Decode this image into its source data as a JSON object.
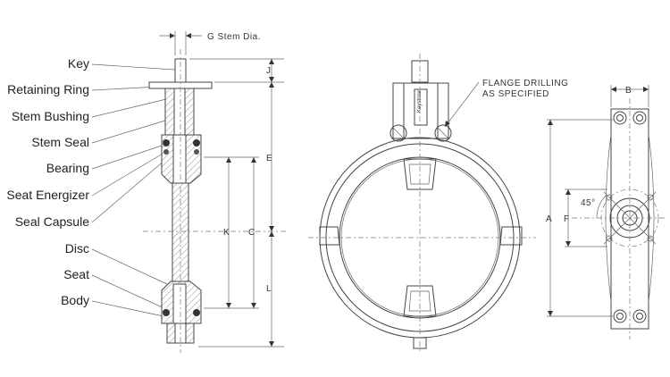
{
  "side_view": {
    "part_labels": [
      "Key",
      "Retaining Ring",
      "Stem Bushing",
      "Stem Seal",
      "Bearing",
      "Seat Energizer",
      "Seal Capsule",
      "Disc",
      "Seat",
      "Body"
    ],
    "dimensions": {
      "stem_dia": "G  Stem Dia.",
      "j": "J",
      "e": "E",
      "c": "C",
      "k": "K",
      "l": "L"
    }
  },
  "front_view": {
    "note_line1": "FLANGE DRILLING",
    "note_line2": "AS SPECIFIED"
  },
  "end_view": {
    "dimensions": {
      "b": "B",
      "a": "A",
      "f": "F",
      "angle": "45°"
    }
  }
}
